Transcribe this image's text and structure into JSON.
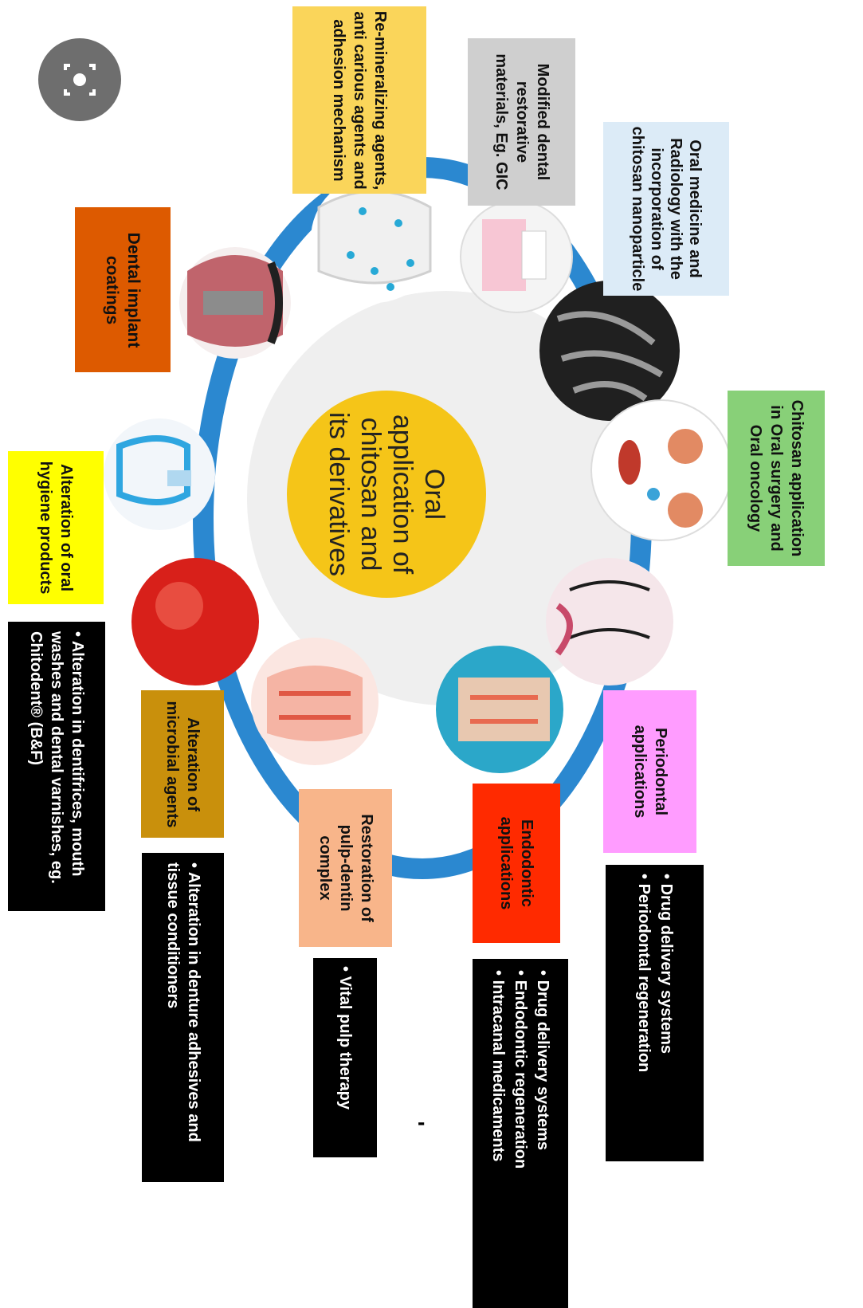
{
  "center": {
    "title": "Oral application of chitosan and its derivatives",
    "color": "#f5c518"
  },
  "colors": {
    "ring": "#2b88d0"
  },
  "boxes": {
    "oral_medicine": {
      "text": "Oral medicine and Radiology with the incorporation of chitosan nanoparticle",
      "color": "#dcebf7"
    },
    "modified_restorative": {
      "text": "Modified dental restorative materials, Eg. GIC",
      "color": "#cfcfcf"
    },
    "remineralizing": {
      "text": "Re-mineralizing agents, anti carious agents and adhesion mechanism",
      "color": "#fad55a"
    },
    "dental_implant": {
      "text": "Dental implant coatings",
      "color": "#dd5a00"
    },
    "oral_hygiene": {
      "text": "Alteration of oral hygiene products",
      "color": "#ffff00"
    },
    "microbial": {
      "text": "Alteration of microbial agents",
      "color": "#c9900c"
    },
    "pulp_dentin": {
      "text": "Restoration of pulp-dentin complex",
      "color": "#f8b58a"
    },
    "endodontic": {
      "text": "Endodontic applications",
      "color": "#ff2a00"
    },
    "periodontal": {
      "text": "Periodontal applications",
      "color": "#ff9cff"
    },
    "surgery": {
      "text": "Chitosan application in Oral surgery and Oral oncology",
      "color": "#88d078"
    }
  },
  "bullets": {
    "dentifrices": [
      "Alteration in dentifrices, mouth washes and dental varnishes, eg. Chitodent® (B&F)"
    ],
    "denture": [
      "Alteration in denture adhesives and tissue conditioners"
    ],
    "vital_pulp": [
      "Vital pulp therapy"
    ],
    "endodontic": [
      "Drug delivery systems",
      "Endodontic regeneration",
      "Intracanal medicaments"
    ],
    "periodontal": [
      "Drug delivery systems",
      "Periodontal regeneration"
    ]
  },
  "marker": "-",
  "icons": {
    "lens": "google-lens-icon"
  }
}
